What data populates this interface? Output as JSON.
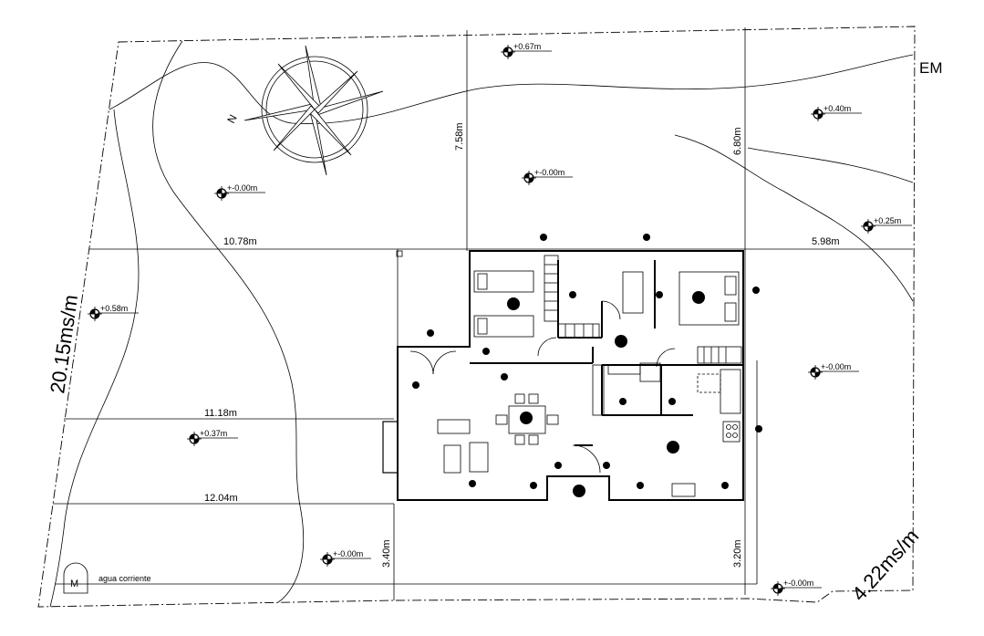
{
  "plan": {
    "north_label": "N",
    "corner_label": "EM",
    "meter_label": "M",
    "water_label": "agua corriente",
    "frontage_left": "20.15ms/m",
    "frontage_right": "4.22ms/m",
    "dimensions": {
      "d_10_78": "10.78m",
      "d_5_98": "5.98m",
      "d_11_18": "11.18m",
      "d_12_04": "12.04m",
      "d_7_58": "7.58m",
      "d_6_80": "6.80m",
      "d_3_40": "3.40m",
      "d_3_20": "3.20m"
    },
    "levels": [
      "+0.67m",
      "+-0.00m",
      "+0.40m",
      "+0.25m",
      "+-0.00m",
      "+0.58m",
      "+-0.00m",
      "+0.37m",
      "+-0.00m",
      "+-0.00m"
    ]
  }
}
